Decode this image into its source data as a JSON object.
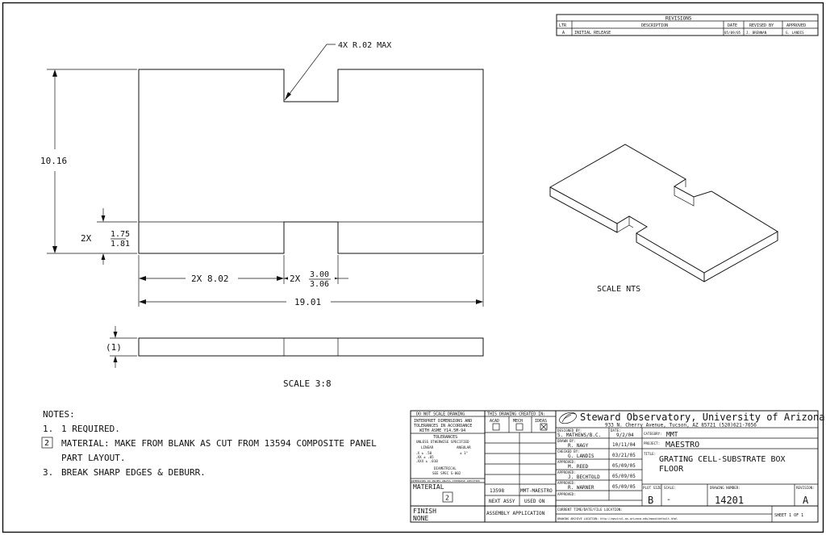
{
  "revisions": {
    "title": "REVISIONS",
    "headers": [
      "LTR",
      "DESCRIPTION",
      "DATE",
      "REVISED BY",
      "APPROVED"
    ],
    "rows": [
      [
        "A",
        "INITIAL RELEASE",
        "05/09/05",
        "J. BRENNAN",
        "G. LANDIS"
      ]
    ]
  },
  "dims": {
    "radius_note": "4X R.02 MAX",
    "height": "10.16",
    "notch_prefix": "2X",
    "notch_depth_top": "1.75",
    "notch_depth_bottom": "1.81",
    "side_prefix": "2X",
    "side_width": "8.02",
    "notch_width_prefix": "2X",
    "notch_width_top": "3.00",
    "notch_width_bottom": "3.06",
    "length": "19.01",
    "thickness": "(1)",
    "view_scale": "SCALE 3:8",
    "iso_scale": "SCALE NTS"
  },
  "notes": {
    "title": "NOTES:",
    "items": [
      {
        "num": "1.",
        "text": "1 REQUIRED."
      },
      {
        "num": "2",
        "text": "MATERIAL: MAKE FROM BLANK AS CUT FROM 13594 COMPOSITE PANEL"
      },
      {
        "num": "",
        "text": "PART LAYOUT."
      },
      {
        "num": "3.",
        "text": "BREAK SHARP EDGES & DEBURR."
      }
    ]
  },
  "title_block": {
    "do_not_scale": "DO NOT SCALE DRAWING",
    "interpret_1": "INTERPRET DIMENSIONS AND",
    "interpret_2": "TOLERANCES IN ACCORDANCE",
    "interpret_3": "WITH ASME Y14.5M-94",
    "tolerances": "TOLERANCES",
    "unless": "UNLESS OTHERWISE SPECIFIED",
    "linear": "LINEAR",
    "angular": "ANGULAR",
    "tol_x": ".X  ± .50",
    "tol_xx": ".XX ± .05",
    "tol_xxx": ".XXX ± .010",
    "tol_ang": "± 1°",
    "diametrical": "DIAMETRICAL",
    "see_spec": "SEE SPEC S-002",
    "dims_note": "DIMENSIONS IN INCHES UNLESS OTHERWISE SPECIFIED",
    "material": "MATERIAL",
    "material_note": "2",
    "finish": "FINISH",
    "finish_value": "NONE",
    "created_in": "THIS DRAWING CREATED IN:",
    "cad_options": [
      "ACAD",
      "MECH",
      "IDEAS"
    ],
    "cad_checked": "IDEAS",
    "next_assy_value": "13598",
    "used_on_value": "MMT-MAESTRO",
    "next_assy": "NEXT ASSY",
    "used_on": "USED ON",
    "assembly_app": "ASSEMBLY APPLICATION",
    "org_name": "Steward Observatory, University of Arizona",
    "org_address": "933 N. Cherry Avenue, Tucson, AZ  85721   (520)621-7656",
    "designed_by_label": "DESIGNED BY:",
    "designed_by": "S. MATHEWS/B.C.",
    "designed_date_label": "DATE:",
    "designed_date": "9/2/04",
    "drawn_by_label": "DRAWN BY:",
    "drawn_by": "R. NAGY",
    "drawn_date": "10/11/04",
    "checked_by_label": "CHECKED BY:",
    "checked_by": "G. LANDIS",
    "checked_date": "03/21/05",
    "approved1_label": "APPROVED:",
    "approved1": "M. REED",
    "approved1_date": "05/09/05",
    "approved2_label": "APPROVED:",
    "approved2": "J. BECHTOLD",
    "approved2_date": "05/09/05",
    "approved3_label": "APPROVED:",
    "approved3": "R. WARNER",
    "approved3_date": "05/09/05",
    "approved4_label": "APPROVED:",
    "category_label": "CATEGORY:",
    "category": "MMT",
    "project_label": "PROJECT:",
    "project": "MAESTRO",
    "title_label": "TITLE:",
    "title_line1": "GRATING CELL-SUBSTRATE BOX",
    "title_line2": "FLOOR",
    "plot_size_label": "PLOT SIZE",
    "plot_size": "B",
    "scale_label": "SCALE:",
    "scale": "-",
    "drawing_number_label": "DRAWING NUMBER:",
    "drawing_number": "14201",
    "revision_label": "REVISION:",
    "revision": "A",
    "current_time_label": "CURRENT TIME/DATE/FILE LOCATION:",
    "archive_label": "DRAWING ARCHIVE LOCATION: http://mavirol.as.arizona.edu/mood/default.html",
    "sheet": "SHEET 1 OF 1"
  }
}
